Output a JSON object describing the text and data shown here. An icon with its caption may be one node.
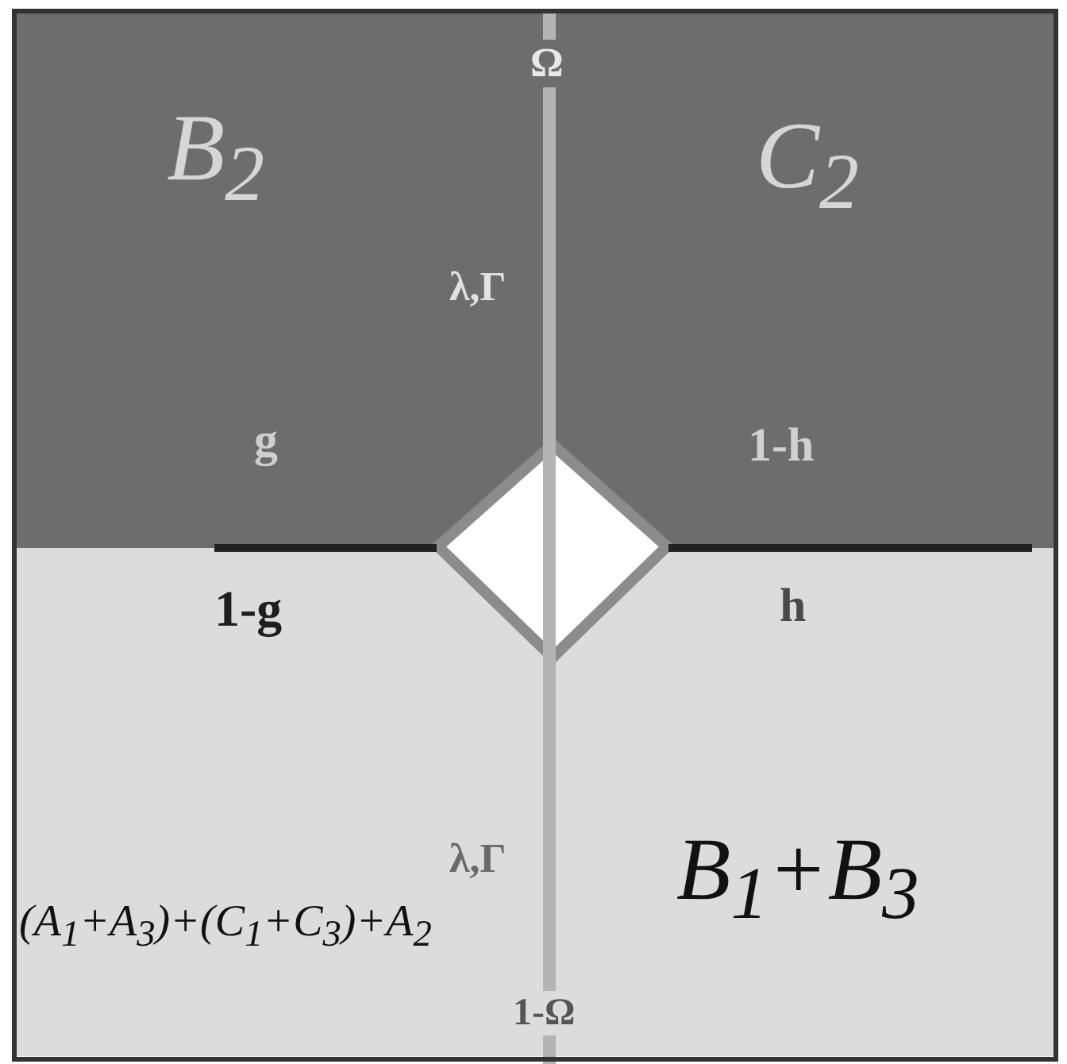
{
  "diagram": {
    "nodes": [
      {
        "text": [
          "B$_{2}$",
          "g"
        ]
      },
      {
        "text": [
          "C$_{2}$",
          "1-h"
        ]
      },
      {
        "text": [
          "1-g",
          "(A$_{1}$+A$_{3}$)+(C$_{1}$+C$_{3}$)+A$_{2}$"
        ]
      },
      {
        "text": [
          "h",
          "B$_{1}$+B$_{3}$"
        ]
      },
      {
        "text": [],
        "shape": "diamond"
      }
    ],
    "labels": [
      "Ω",
      "λ,Γ",
      "λ,Γ",
      "1-Ω"
    ]
  }
}
